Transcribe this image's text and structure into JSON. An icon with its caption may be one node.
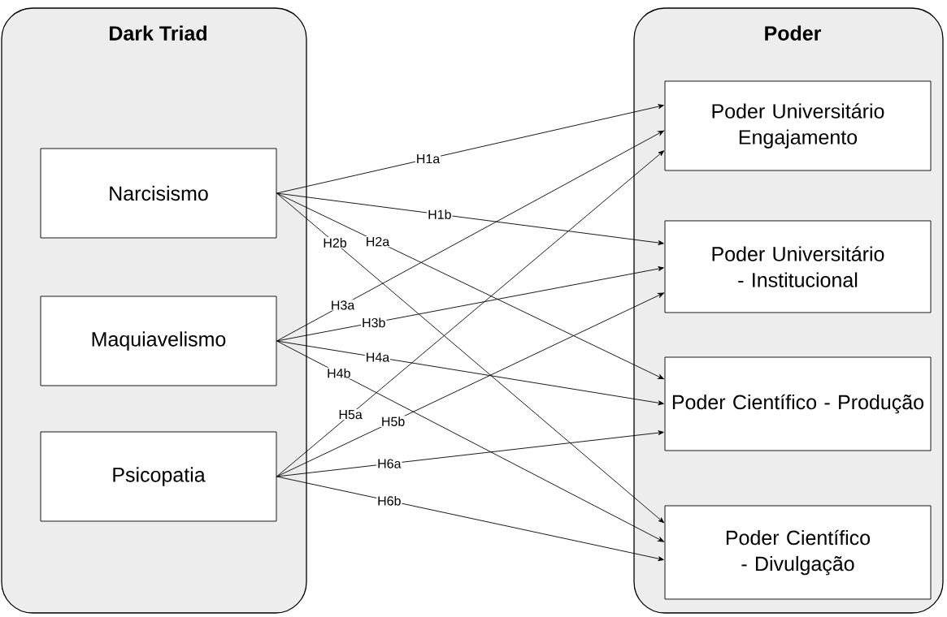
{
  "diagram": {
    "nodes": [
      {
        "text": [
          "Dark Triad"
        ]
      },
      {
        "text": [
          "Narcisismo"
        ],
        "in": 0
      },
      {
        "text": [
          "Maquiavelismo"
        ],
        "in": 0
      },
      {
        "text": [
          "Psicopatia"
        ],
        "in": 0
      },
      {
        "text": [
          "Poder"
        ]
      },
      {
        "text": [
          "Poder Universitário Engajamento"
        ],
        "in": 4
      },
      {
        "text": [
          "Poder Universitário - Institucional"
        ],
        "in": 4
      },
      {
        "text": [
          "Poder Científico - Produção"
        ],
        "in": 4
      },
      {
        "text": [
          "Poder Científico - Divulgação"
        ],
        "in": 4
      }
    ],
    "edges": [
      {
        "from": 1,
        "to": 5,
        "arrow": "to",
        "label": "H1a"
      },
      {
        "from": 1,
        "to": 6,
        "arrow": "to",
        "label": "H1b"
      },
      {
        "from": 1,
        "to": 7,
        "arrow": "to",
        "label": "H2a"
      },
      {
        "from": 1,
        "to": 8,
        "arrow": "to",
        "label": "H2b"
      },
      {
        "from": 2,
        "to": 5,
        "arrow": "to",
        "label": "H3a"
      },
      {
        "from": 2,
        "to": 6,
        "arrow": "to",
        "label": "H3b"
      },
      {
        "from": 2,
        "to": 7,
        "arrow": "to",
        "label": "H4a"
      },
      {
        "from": 2,
        "to": 8,
        "arrow": "to",
        "label": "H4b"
      },
      {
        "from": 3,
        "to": 5,
        "arrow": "to",
        "label": "H5a"
      },
      {
        "from": 3,
        "to": 6,
        "arrow": "to",
        "label": "H5b"
      },
      {
        "from": 3,
        "to": 7,
        "arrow": "to",
        "label": "H6a"
      },
      {
        "from": 3,
        "to": 8,
        "arrow": "to",
        "label": "H6b"
      }
    ]
  }
}
